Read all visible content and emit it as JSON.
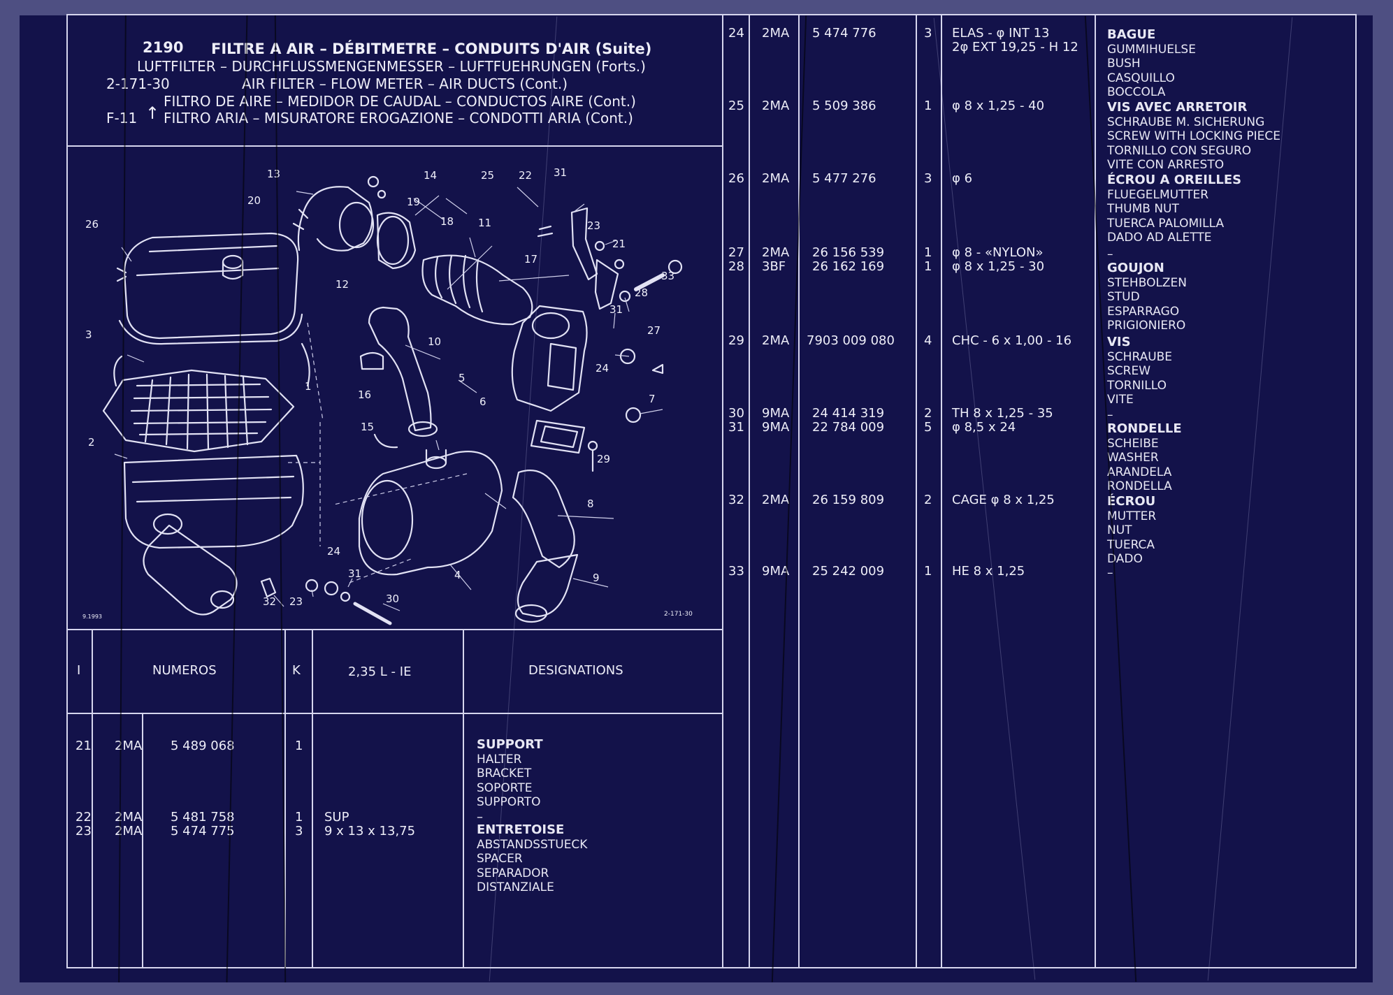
{
  "header": {
    "code_top": "2190",
    "code_mid": "2-171-30",
    "code_ref": "F-11",
    "lines": [
      "FILTRE A AIR – DÉBITMETRE – CONDUITS D'AIR (Suite)",
      "LUFTFILTER – DURCHFLUSSMENGENMESSER – LUFTFUEHRUNGEN (Forts.)",
      "AIR FILTER – FLOW METER – AIR DUCTS (Cont.)",
      "FILTRO DE AIRE – MEDIDOR DE CAUDAL – CONDUCTOS AIRE (Cont.)",
      "FILTRO ARIA – MISURATORE EROGAZIONE – CONDOTTI ARIA (Cont.)"
    ]
  },
  "diagram": {
    "ref_left": "9.1993",
    "ref_right": "2-171-30",
    "callouts": [
      "13",
      "14",
      "20",
      "19",
      "25",
      "22",
      "31",
      "26",
      "18",
      "11",
      "23",
      "21",
      "33",
      "12",
      "17",
      "28",
      "31",
      "3",
      "10",
      "27",
      "1",
      "16",
      "24",
      "5",
      "7",
      "6",
      "2",
      "15",
      "29",
      "8",
      "24",
      "31",
      "4",
      "9",
      "32",
      "23",
      "30"
    ]
  },
  "table_header": {
    "col_i": "I",
    "col_numeros": "NUMEROS",
    "col_k": "K",
    "col_spec": "2,35 L - IE",
    "col_designations": "DESIGNATIONS"
  },
  "left_rows": [
    {
      "i": "21",
      "code": "2MA",
      "num": "5 489 068",
      "k": "1",
      "spec": "",
      "design": [
        "SUPPORT",
        "HALTER",
        "BRACKET",
        "SOPORTE",
        "SUPPORTO"
      ]
    },
    {
      "i": "22",
      "code": "2MA",
      "num": "5 481 758",
      "k": "1",
      "spec": "SUP",
      "design": [
        "–"
      ]
    },
    {
      "i": "23",
      "code": "2MA",
      "num": "5 474 775",
      "k": "3",
      "spec": "9 x 13 x 13,75",
      "design": [
        "ENTRETOISE",
        "ABSTANDSSTUECK",
        "SPACER",
        "SEPARADOR",
        "DISTANZIALE"
      ]
    }
  ],
  "right_rows": [
    {
      "i": "24",
      "code": "2MA",
      "num": "5 474 776",
      "k": "3",
      "spec": "ELAS - φ INT 13",
      "spec2": "2φ EXT 19,25 - H 12",
      "design": [
        "BAGUE",
        "GUMMIHUELSE",
        "BUSH",
        "CASQUILLO",
        "BOCCOLA"
      ]
    },
    {
      "i": "25",
      "code": "2MA",
      "num": "5 509 386",
      "k": "1",
      "spec": "φ 8 x 1,25 - 40",
      "spec2": "",
      "design": [
        "VIS AVEC ARRETOIR",
        "SCHRAUBE M. SICHERUNG",
        "SCREW WITH LOCKING PIECE",
        "TORNILLO CON SEGURO",
        "VITE CON ARRESTO"
      ]
    },
    {
      "i": "26",
      "code": "2MA",
      "num": "5 477 276",
      "k": "3",
      "spec": "φ 6",
      "spec2": "",
      "design": [
        "ÉCROU A OREILLES",
        "FLUEGELMUTTER",
        "THUMB NUT",
        "TUERCA PALOMILLA",
        "DADO AD ALETTE"
      ]
    },
    {
      "i": "27",
      "code": "2MA",
      "num": "26 156 539",
      "k": "1",
      "spec": "φ 8 - «NYLON»",
      "spec2": "",
      "design": [
        "–"
      ]
    },
    {
      "i": "28",
      "code": "3BF",
      "num": "26 162 169",
      "k": "1",
      "spec": "φ 8 x 1,25 - 30",
      "spec2": "",
      "design": [
        "GOUJON",
        "STEHBOLZEN",
        "STUD",
        "ESPARRAGO",
        "PRIGIONIERO"
      ]
    },
    {
      "i": "29",
      "code": "2MA",
      "num": "7903 009 080",
      "k": "4",
      "spec": "CHC - 6 x 1,00 - 16",
      "spec2": "",
      "design": [
        "VIS",
        "SCHRAUBE",
        "SCREW",
        "TORNILLO",
        "VITE"
      ]
    },
    {
      "i": "30",
      "code": "9MA",
      "num": "24 414 319",
      "k": "2",
      "spec": "TH 8 x 1,25 - 35",
      "spec2": "",
      "design": [
        "–"
      ]
    },
    {
      "i": "31",
      "code": "9MA",
      "num": "22 784 009",
      "k": "5",
      "spec": "φ 8,5 x 24",
      "spec2": "",
      "design": [
        "RONDELLE",
        "SCHEIBE",
        "WASHER",
        "ARANDELA",
        "RONDELLA"
      ]
    },
    {
      "i": "32",
      "code": "2MA",
      "num": "26 159 809",
      "k": "2",
      "spec": "CAGE φ 8 x 1,25",
      "spec2": "",
      "design": [
        "ÉCROU",
        "MUTTER",
        "NUT",
        "TUERCA",
        "DADO"
      ]
    },
    {
      "i": "33",
      "code": "9MA",
      "num": "25 242 009",
      "k": "1",
      "spec": "HE 8 x 1,25",
      "spec2": "",
      "design": [
        "–"
      ]
    }
  ],
  "colors": {
    "background": "#13124a",
    "border": "#4e4f82",
    "ink": "#eeeef8"
  }
}
